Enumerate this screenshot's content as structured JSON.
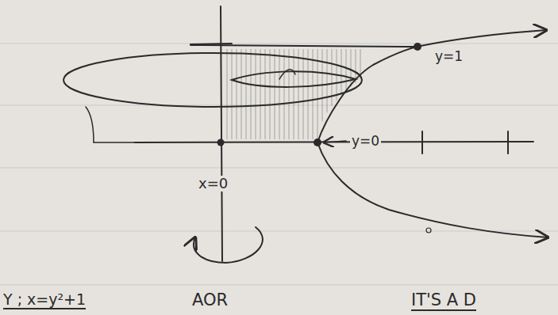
{
  "diagram": {
    "labels": [
      "y=1",
      "y=0",
      "x=0",
      "Y ; x=y²+1",
      "AOR",
      "IT'S A D"
    ]
  }
}
